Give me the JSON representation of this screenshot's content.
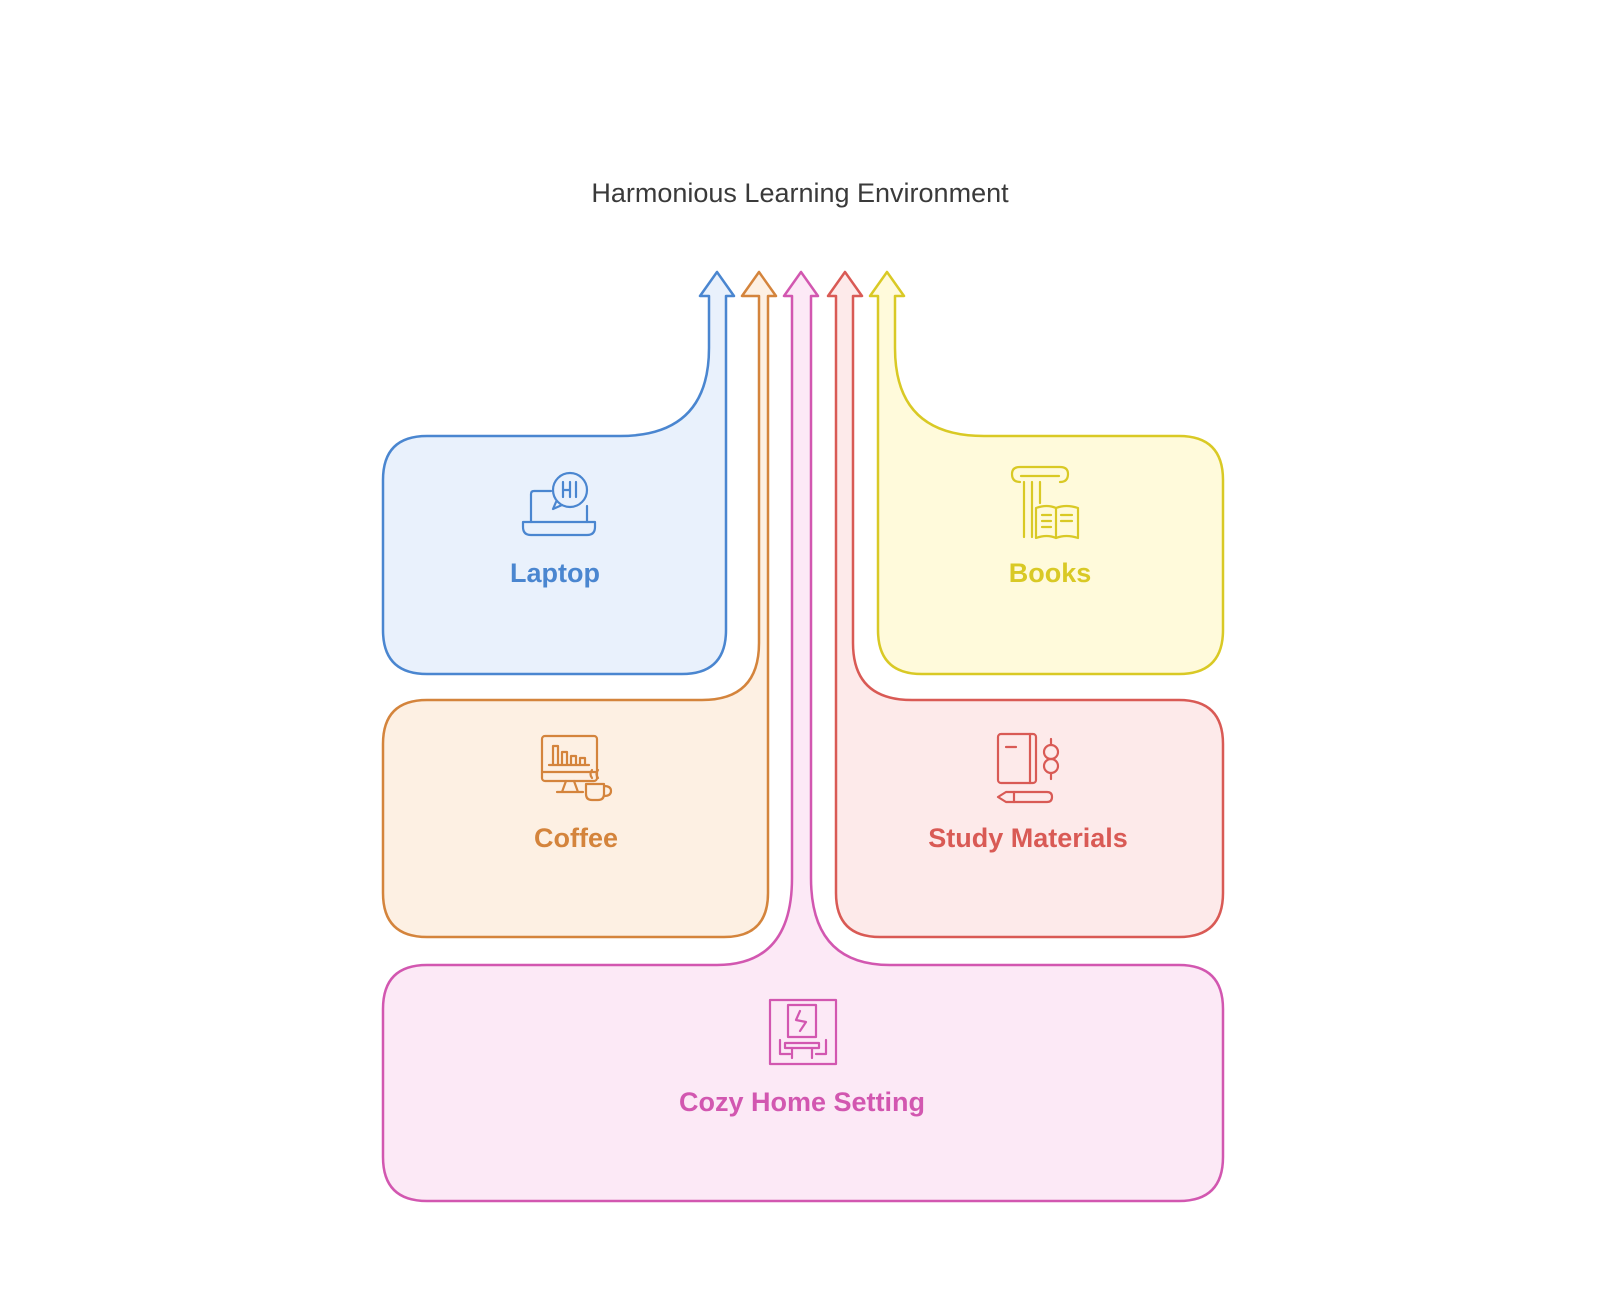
{
  "title": "Harmonious Learning Environment",
  "blocks": [
    {
      "id": "laptop",
      "label": "Laptop",
      "icon": "laptop-chat-icon",
      "stroke": "#4a86d0",
      "fill": "#e9f1fc"
    },
    {
      "id": "coffee",
      "label": "Coffee",
      "icon": "monitor-coffee-icon",
      "stroke": "#d4843c",
      "fill": "#fdf0e3"
    },
    {
      "id": "cozy",
      "label": "Cozy Home Setting",
      "icon": "window-room-icon",
      "stroke": "#d257b0",
      "fill": "#fce9f6"
    },
    {
      "id": "study",
      "label": "Study Materials",
      "icon": "notebook-pencil-icon",
      "stroke": "#d95a55",
      "fill": "#fdeaea"
    },
    {
      "id": "books",
      "label": "Books",
      "icon": "column-book-icon",
      "stroke": "#d9c925",
      "fill": "#fffadb"
    }
  ]
}
